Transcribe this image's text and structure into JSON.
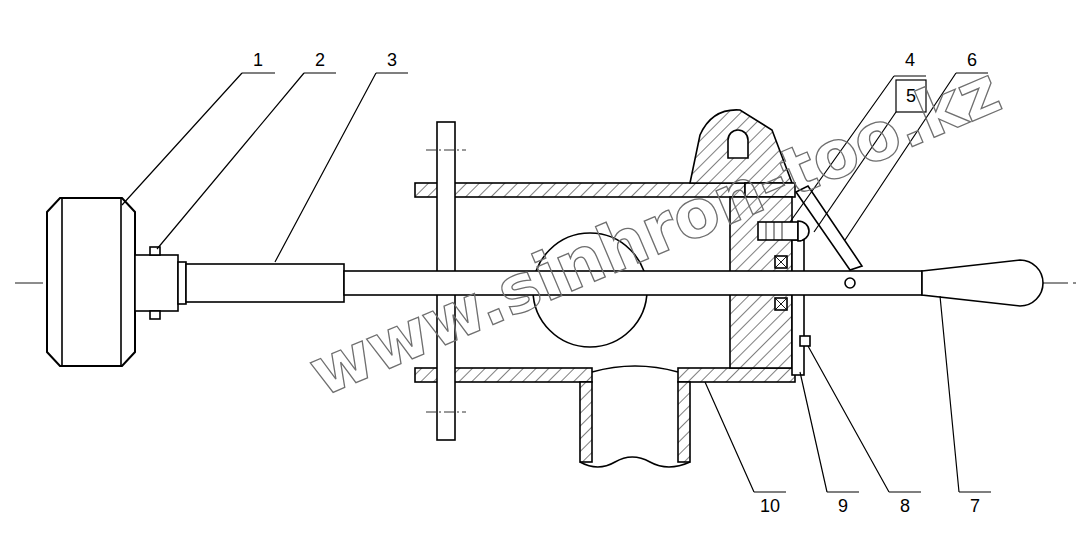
{
  "diagram": {
    "labels": [
      "1",
      "2",
      "3",
      "4",
      "5",
      "6",
      "10",
      "9",
      "8",
      "7",
      "www.sinhron-too.kz"
    ]
  }
}
